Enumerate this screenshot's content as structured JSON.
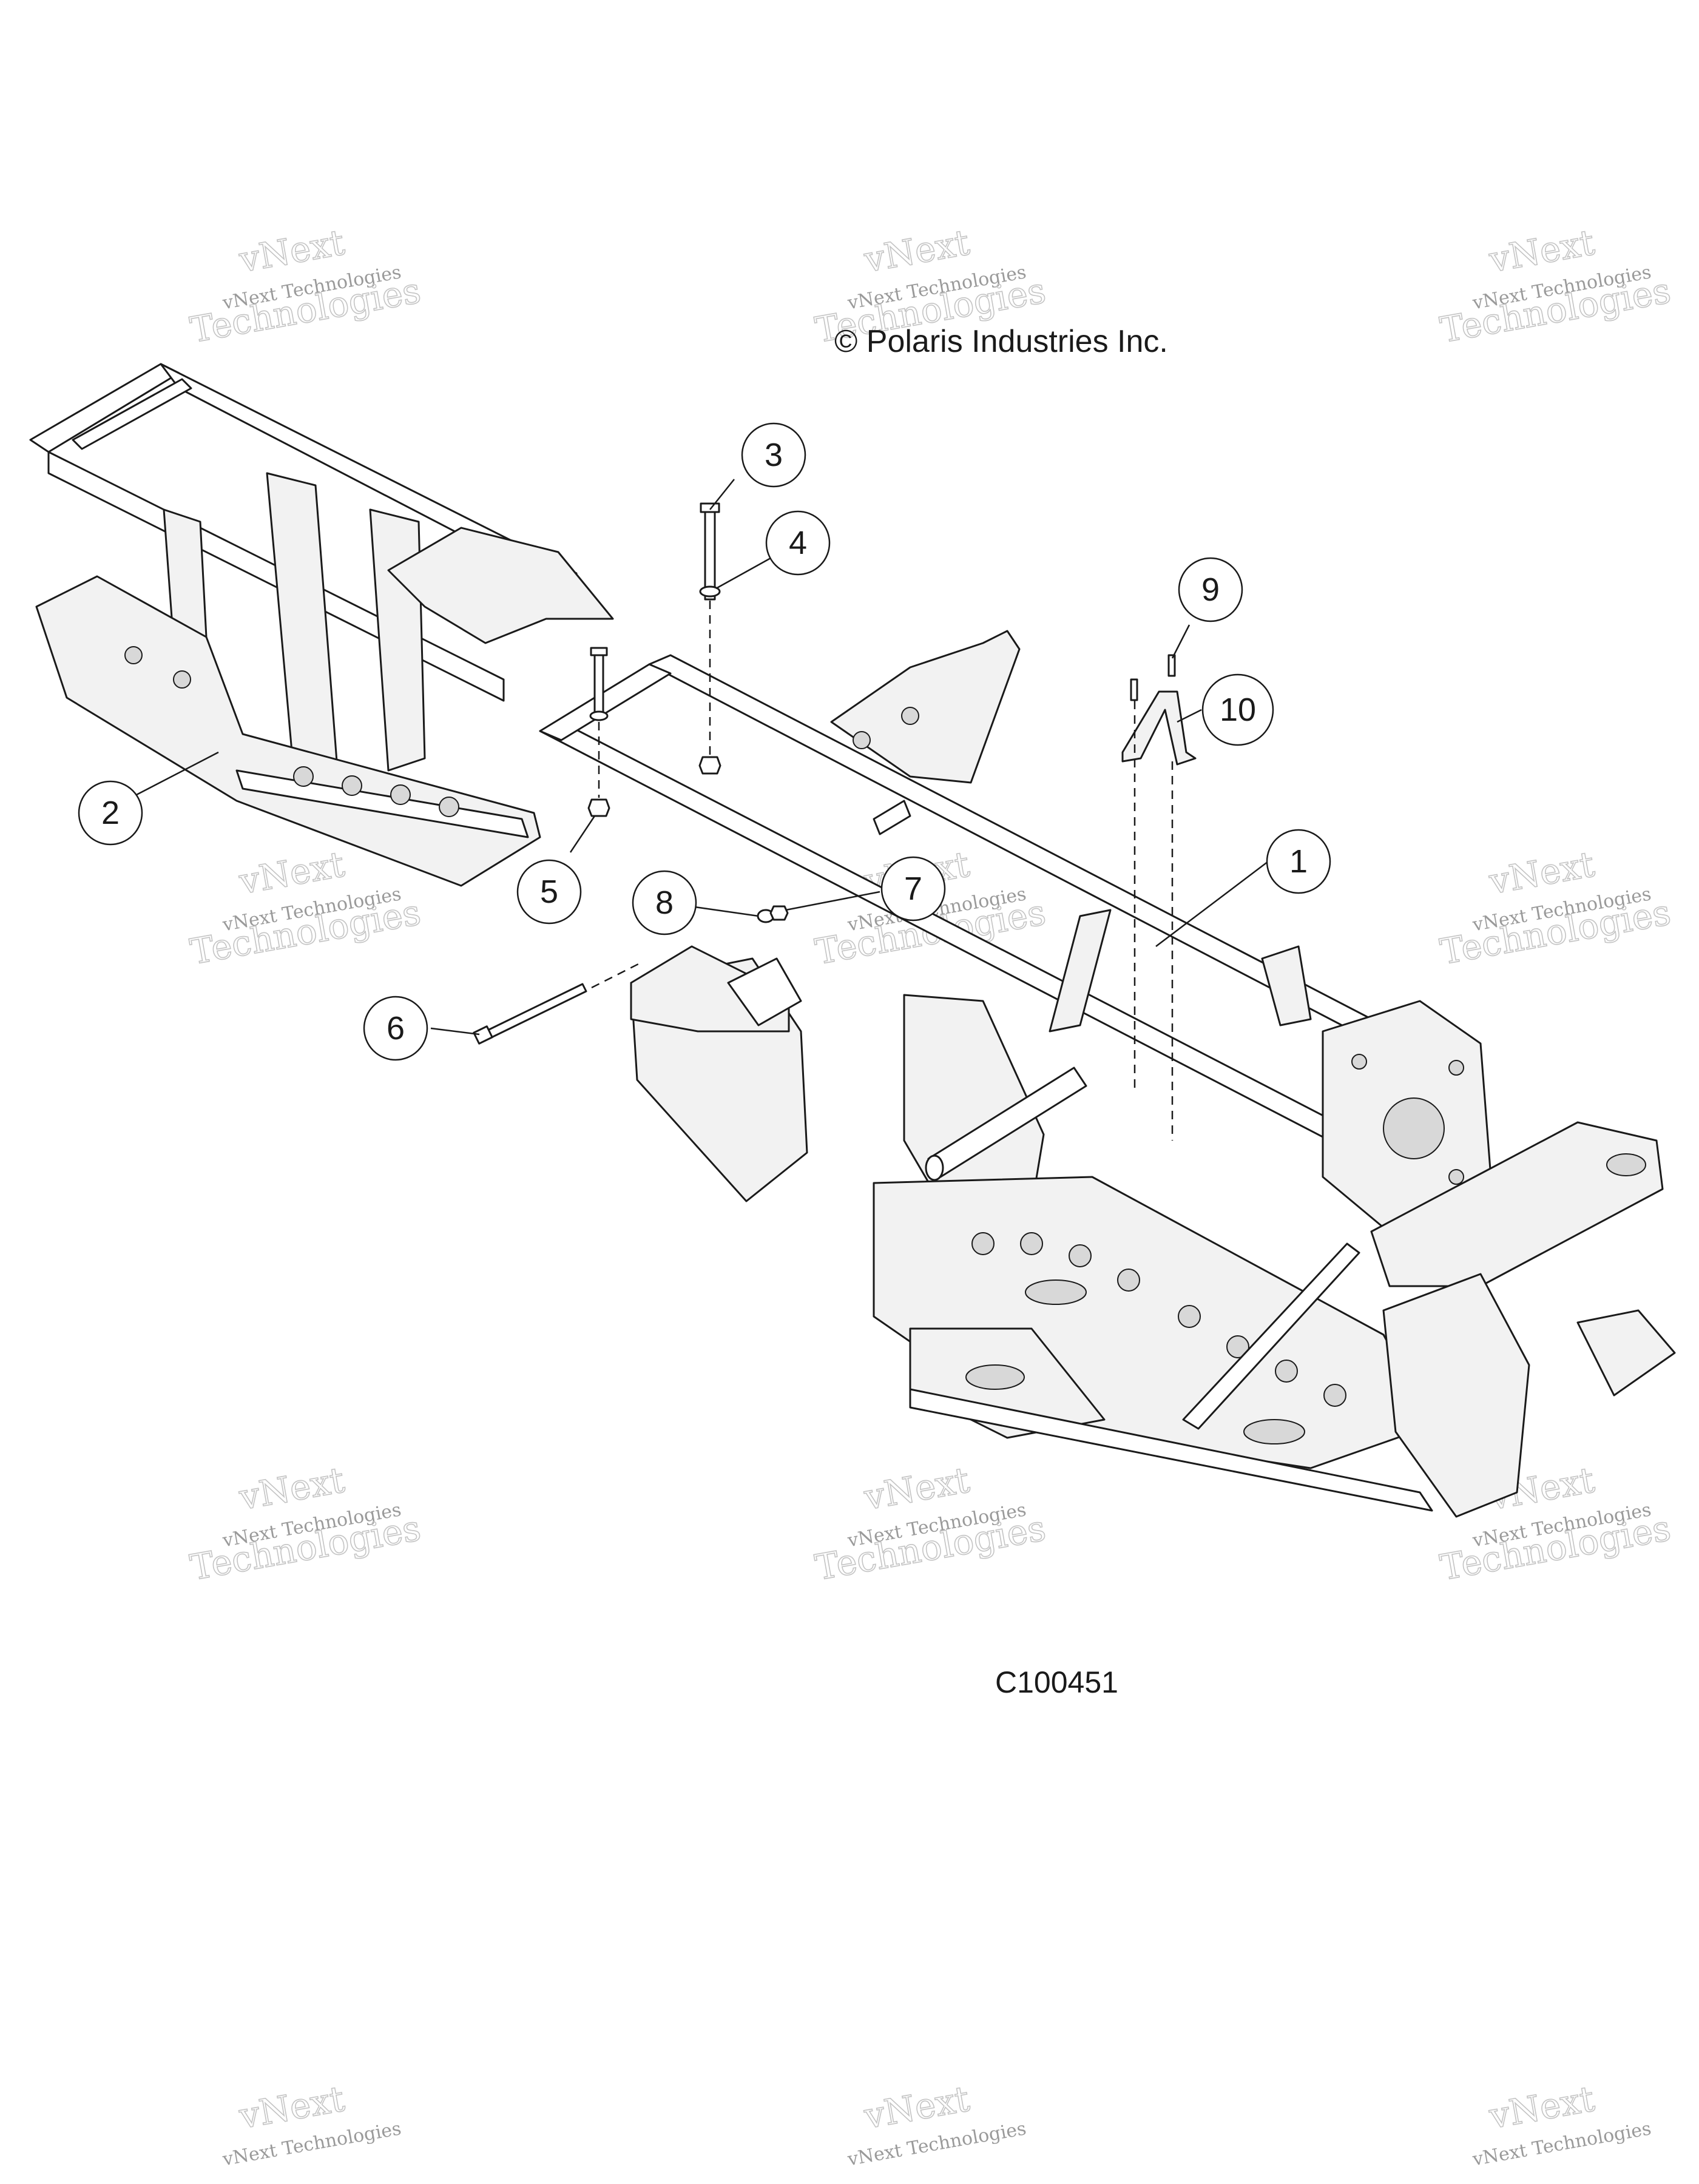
{
  "copyright": "© Polaris Industries Inc.",
  "diagram_code": "C100451",
  "watermark": {
    "line_small": "vNext Technologies",
    "line_top": "vNext",
    "line_bottom": "Technologies"
  },
  "callouts": [
    "1",
    "2",
    "3",
    "4",
    "5",
    "6",
    "7",
    "8",
    "9",
    "10"
  ]
}
